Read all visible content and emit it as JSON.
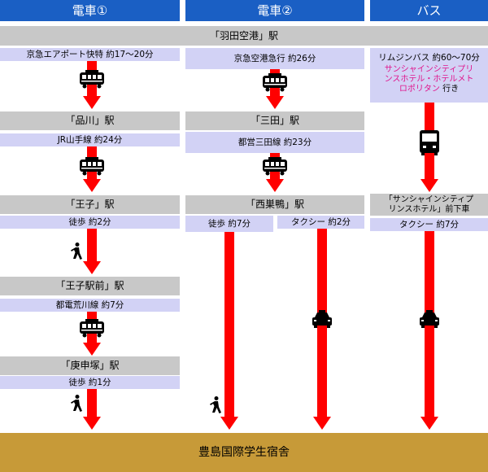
{
  "headers": [
    "電車①",
    "電車②",
    "バス"
  ],
  "origin": "「羽田空港」駅",
  "col1": {
    "seg1": "京急エアポート快特 約17～20分",
    "st1": "「品川」駅",
    "seg2": "JR山手線 約24分",
    "st2": "「王子」駅",
    "seg3": "徒歩 約2分",
    "st3": "「王子駅前」駅",
    "seg4": "都電荒川線 約7分",
    "st4": "「庚申塚」駅",
    "seg5": "徒歩 約1分"
  },
  "col2": {
    "seg1": "京急空港急行 約26分",
    "st1": "「三田」駅",
    "seg2": "都営三田線 約23分",
    "st2": "「西巣鴨」駅",
    "walk": "徒歩 約7分",
    "taxi": "タクシー 約2分"
  },
  "col3": {
    "seg1": "リムジンバス 約60～70分",
    "bus_dest_a": "サンシャインシティプリ",
    "bus_dest_b": "ンスホテル・ホテルメト",
    "bus_dest_c": "ロポリタン",
    "bus_dest_suffix": " 行き",
    "stop_a": "「サンシャインシティプ",
    "stop_b": "リンスホテル」前下車",
    "taxi": "タクシー 約7分"
  },
  "destination": "豊島国際学生宿舎",
  "colors": {
    "header": "#1a5fc4",
    "station": "#c8c8c8",
    "line": "#d2d2f5",
    "arrow": "#ff0000",
    "destination": "#c79a38",
    "bus_text": "#e0148c"
  }
}
